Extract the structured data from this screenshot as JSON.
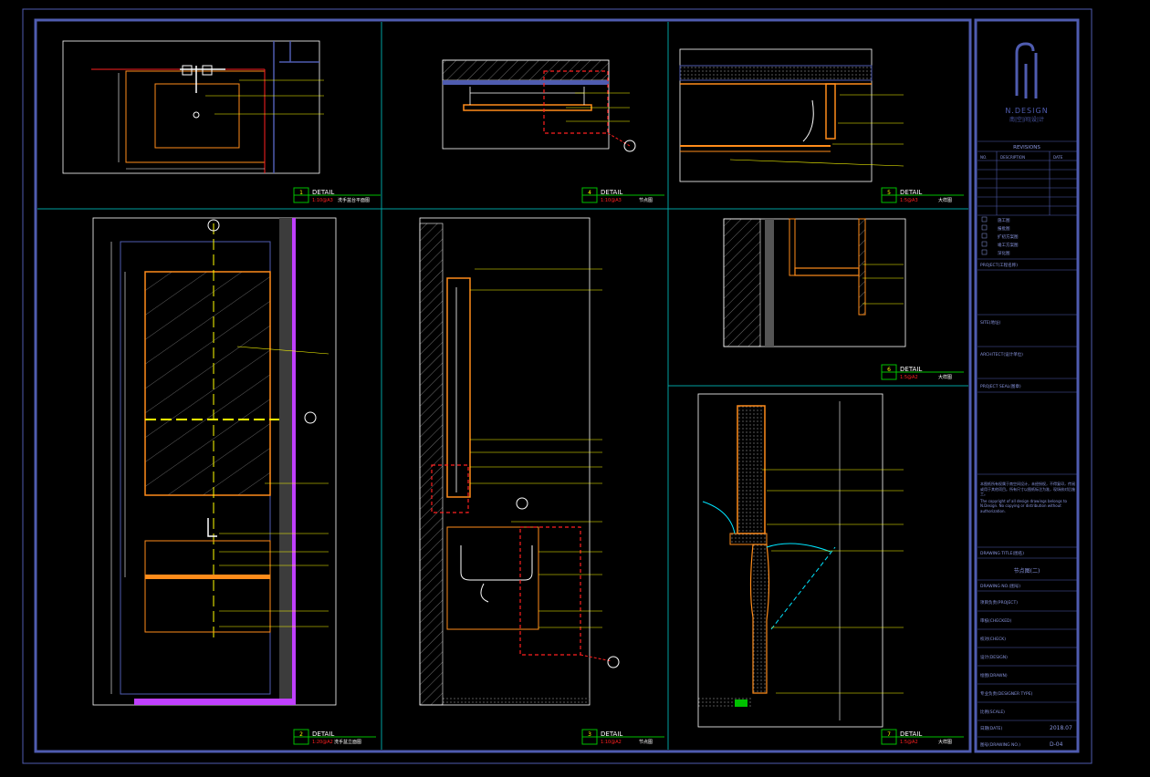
{
  "colors": {
    "frame": "#4f5cb0",
    "white": "#ffffff",
    "yellow": "#ffff00",
    "cyan": "#00e5ff",
    "orange": "#ff8c1a",
    "red": "#ff2020",
    "green": "#00c000",
    "magenta": "#c040ff",
    "grey": "#7a7a7a"
  },
  "title_block": {
    "brand": "N.DESIGN",
    "brand_sub": "南|空|间|设|计",
    "revisions_header": "REVISIONS",
    "rev_cols": [
      "NO.",
      "DESCRIPTION",
      "DATE"
    ],
    "checklist": [
      "施工图",
      "报批图",
      "扩初方案图",
      "竣工方案图",
      "深化图"
    ],
    "project": "PROJECT(工程名称)",
    "site": "SITE(地址)",
    "architect": "ARCHITECT(设计单位)",
    "consultant": "PROJECT SEAL(图章)",
    "note_cn": "本图纸所有权属于南空间设计，未经授权，不得复印，传阅或用于其他项目。所有尺寸以图纸标注为准，现场核对后施工。",
    "note_en": "The copyright of all design drawings belongs to N.Design. No copying or distribution without authorization.",
    "drawing_title_label": "DRAWING TITLE(图名)",
    "drawing_title": "节点图(二)",
    "drawing_no_label": "DRAWING NO.(图号)",
    "rows": [
      "项目负责(PROJECT)",
      "审核(CHECKED)",
      "校对(CHECK)",
      "设计(DESIGN)",
      "绘图(DRAWN)",
      "专业负责(DESIGNER TYPE)",
      "比例(SCALE)",
      "日期(DATE)",
      "图号(DRAWING NO.)"
    ],
    "date_value": "2018.07",
    "sheet_value": "D-04"
  },
  "details": [
    {
      "num": "1",
      "label": "DETAIL",
      "scale": "1:10@A3",
      "name": "洗手盆台平面图"
    },
    {
      "num": "4",
      "label": "DETAIL",
      "scale": "1:10@A3",
      "name": "节点图"
    },
    {
      "num": "5",
      "label": "DETAIL",
      "scale": "1:5@A3",
      "name": "大样图"
    },
    {
      "num": "2",
      "label": "DETAIL",
      "scale": "1:20@A2",
      "name": "洗手盆立面图"
    },
    {
      "num": "3",
      "label": "DETAIL",
      "scale": "1:10@A2",
      "name": "节点图"
    },
    {
      "num": "6",
      "label": "DETAIL",
      "scale": "1:5@A2",
      "name": "大样图"
    },
    {
      "num": "7",
      "label": "DETAIL",
      "scale": "1:5@A2",
      "name": "大样图"
    }
  ]
}
